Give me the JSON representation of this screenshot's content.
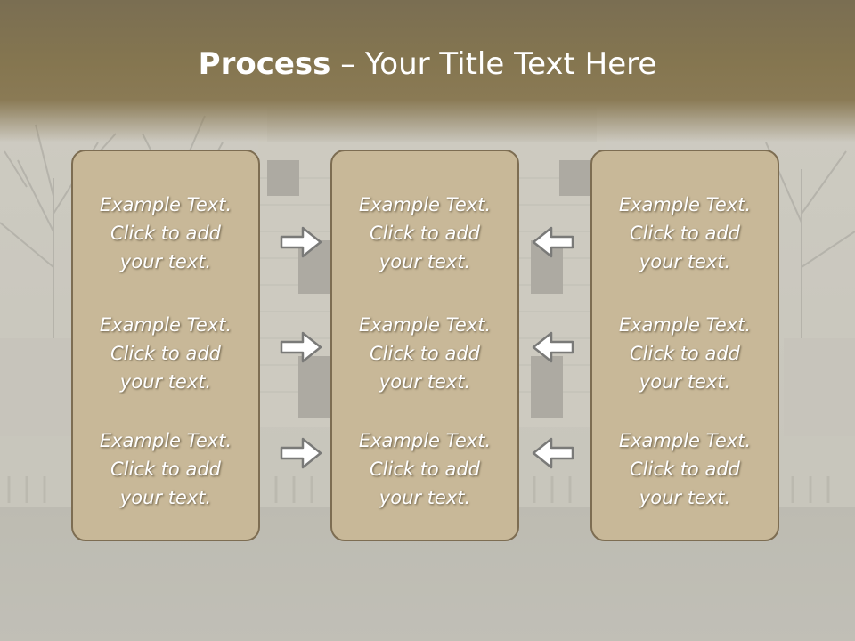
{
  "title": {
    "bold": "Process",
    "separator": "–",
    "rest": "Your Title Text Here"
  },
  "columns": [
    {
      "items": [
        {
          "line1": "Example Text.",
          "line2": "Click  to add",
          "line3": "your text."
        },
        {
          "line1": "Example Text.",
          "line2": "Click  to add",
          "line3": "your text."
        },
        {
          "line1": "Example Text.",
          "line2": "Click  to add",
          "line3": "your text."
        }
      ]
    },
    {
      "items": [
        {
          "line1": "Example Text.",
          "line2": "Click  to add",
          "line3": "your text."
        },
        {
          "line1": "Example Text.",
          "line2": "Click  to add",
          "line3": "your text."
        },
        {
          "line1": "Example Text.",
          "line2": "Click  to add",
          "line3": "your text."
        }
      ]
    },
    {
      "items": [
        {
          "line1": "Example Text.",
          "line2": "Click  to add",
          "line3": "your text."
        },
        {
          "line1": "Example Text.",
          "line2": "Click  to add",
          "line3": "your text."
        },
        {
          "line1": "Example Text.",
          "line2": "Click  to add",
          "line3": "your text."
        }
      ]
    }
  ],
  "arrows": {
    "left_group": "arrow-right-icon",
    "right_group": "arrow-left-icon"
  },
  "colors": {
    "panel_fill": "#c8b898",
    "panel_border": "#7d6d52",
    "title_band": "#857650"
  }
}
